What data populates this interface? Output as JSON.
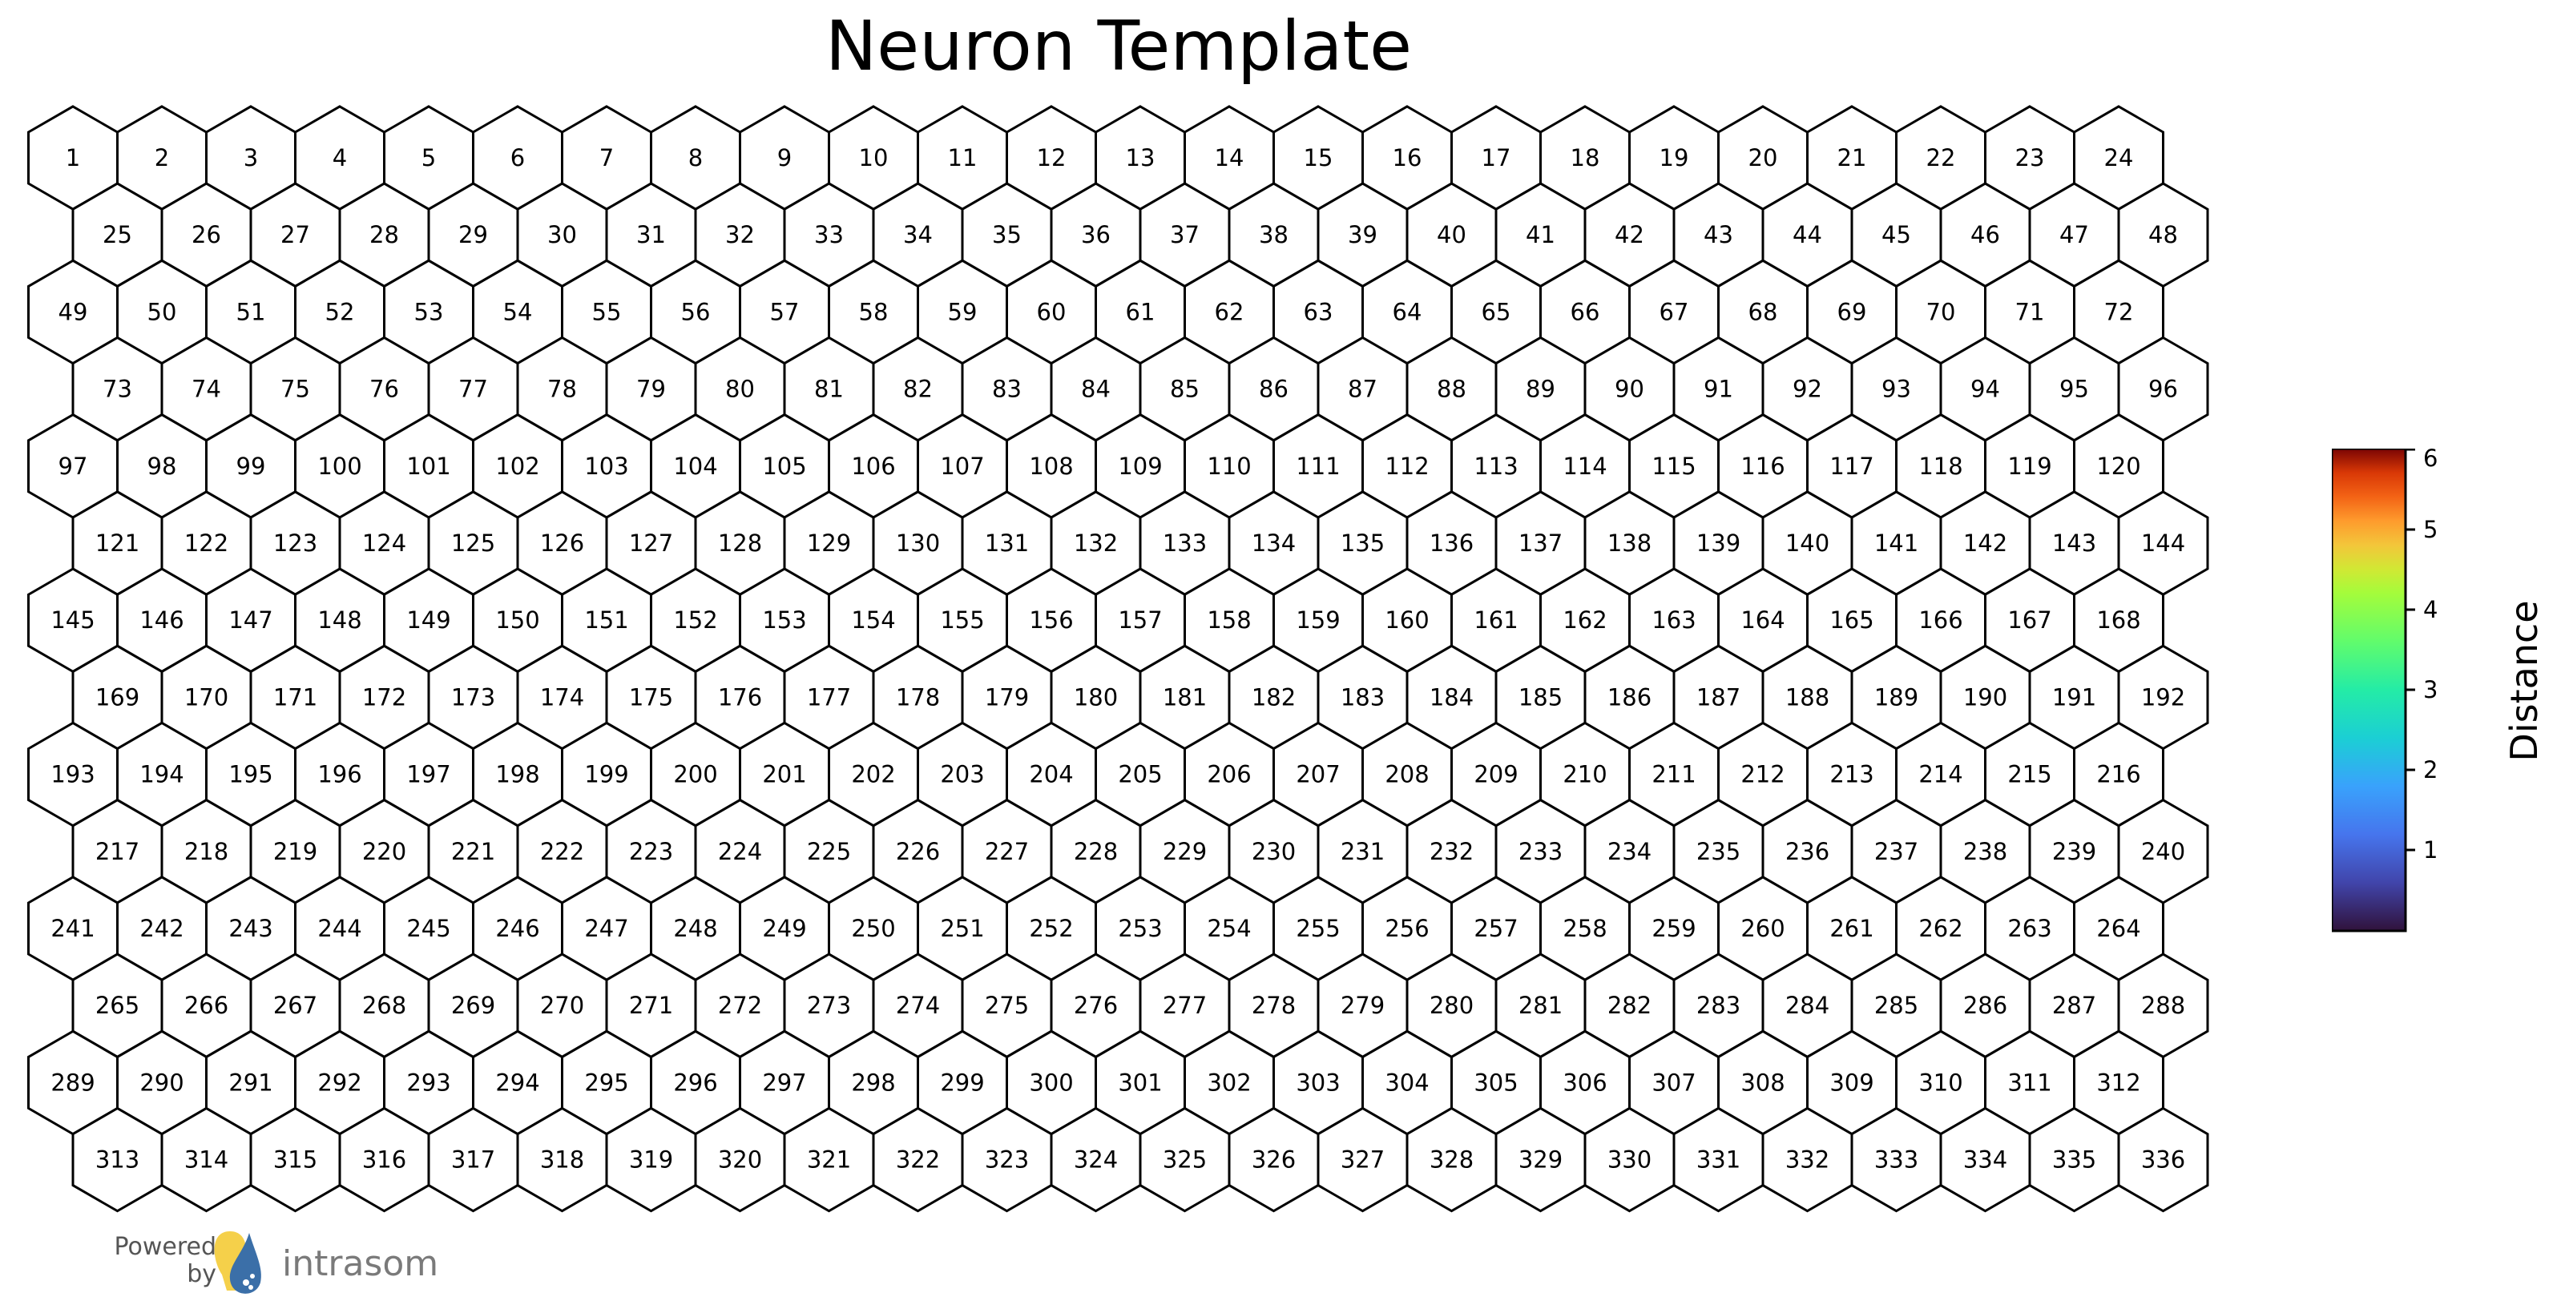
{
  "chart_data": {
    "type": "heatmap",
    "subtype": "hexagonal-som-grid",
    "title": "Neuron Template",
    "columns": 24,
    "rows": 14,
    "cell_labels_start": 1,
    "cell_labels_end": 336,
    "cell_fill": "#ffffff",
    "colorbar": {
      "label": "Distance",
      "range": [
        0,
        6
      ],
      "ticks": [
        1,
        2,
        3,
        4,
        5,
        6
      ],
      "colormap": "turbo"
    }
  },
  "branding": {
    "powered_line1": "Powered",
    "powered_line2": "by",
    "name": "intrasom"
  },
  "colors": {
    "edge": "#000000",
    "logo_yellow": "#f5d04a",
    "logo_blue": "#3b6fa8"
  }
}
